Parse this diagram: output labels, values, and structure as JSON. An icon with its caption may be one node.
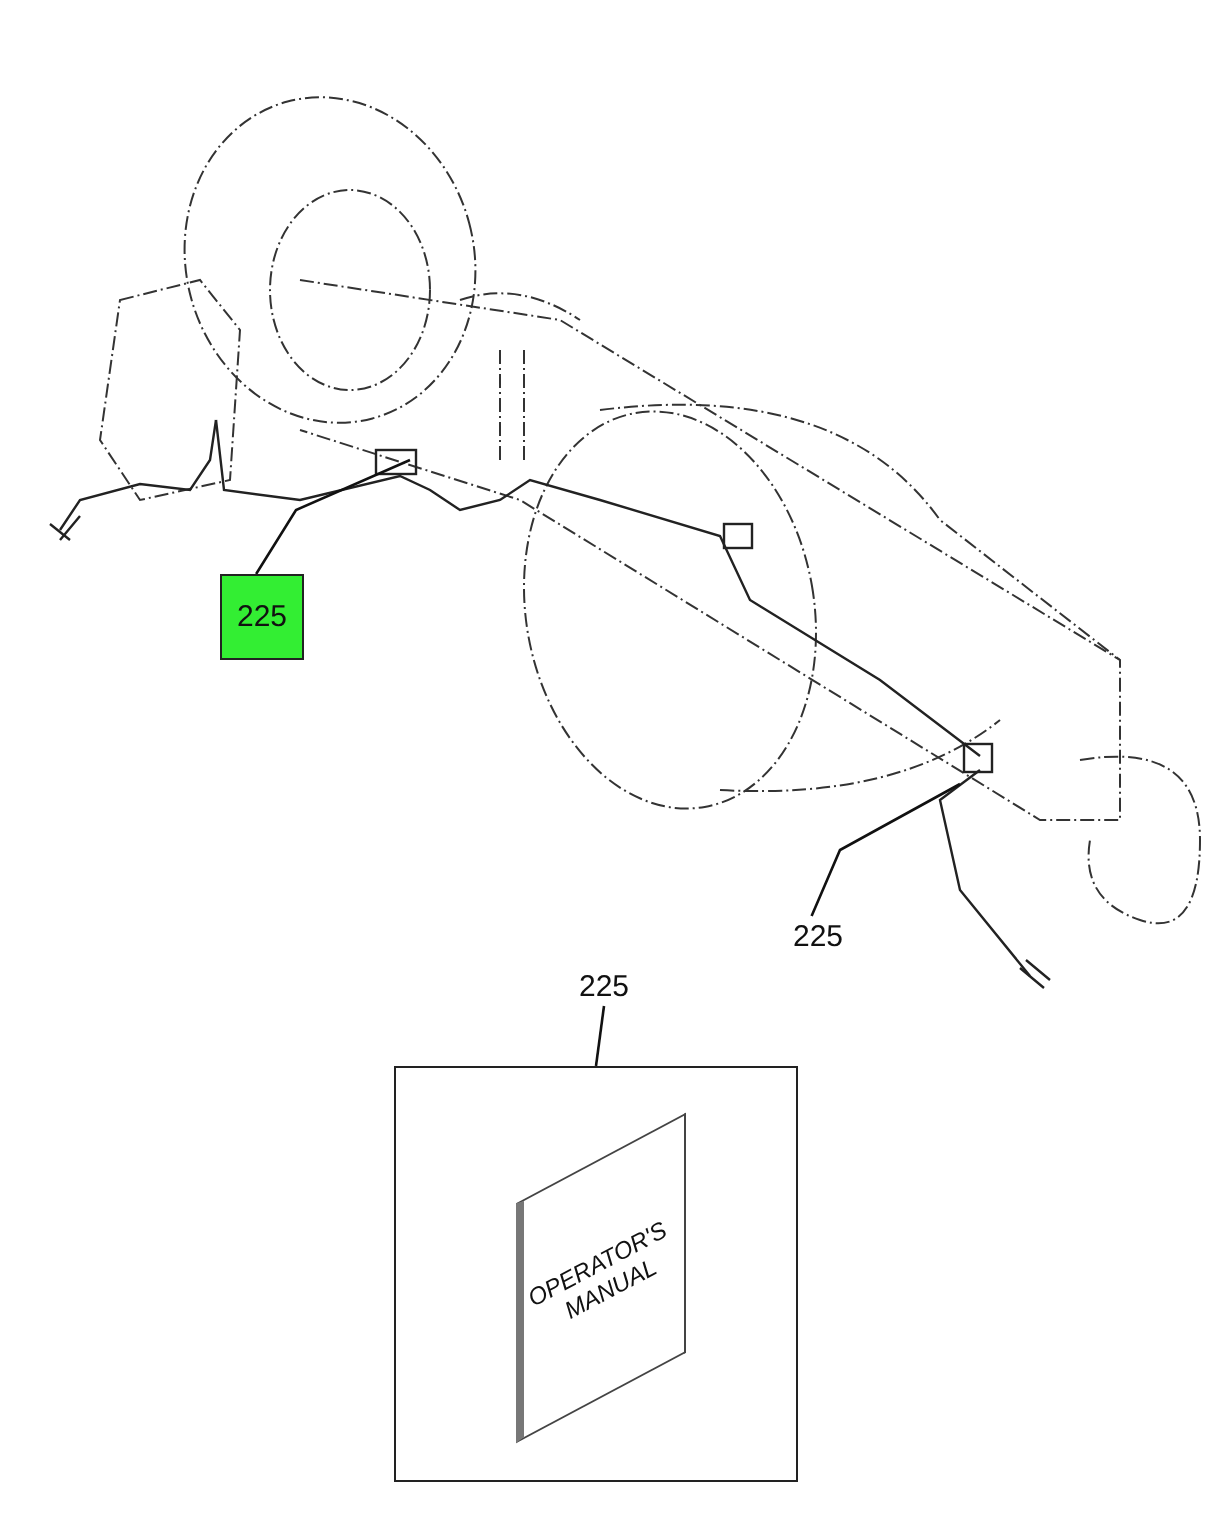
{
  "diagram": {
    "nodes": [
      {
        "text": [
          "225"
        ]
      },
      {
        "text": [
          "225"
        ]
      },
      {
        "text": [
          "225"
        ]
      },
      {
        "text": [],
        "shape": "box"
      },
      {
        "text": [
          "OPERATOR'S MANUAL"
        ],
        "in": 3
      }
    ],
    "edges": [
      {
        "from": 0,
        "to": null,
        "arrow": "none"
      },
      {
        "from": 1,
        "to": null,
        "arrow": "none"
      },
      {
        "from": 2,
        "to": 3,
        "arrow": "none"
      }
    ]
  }
}
